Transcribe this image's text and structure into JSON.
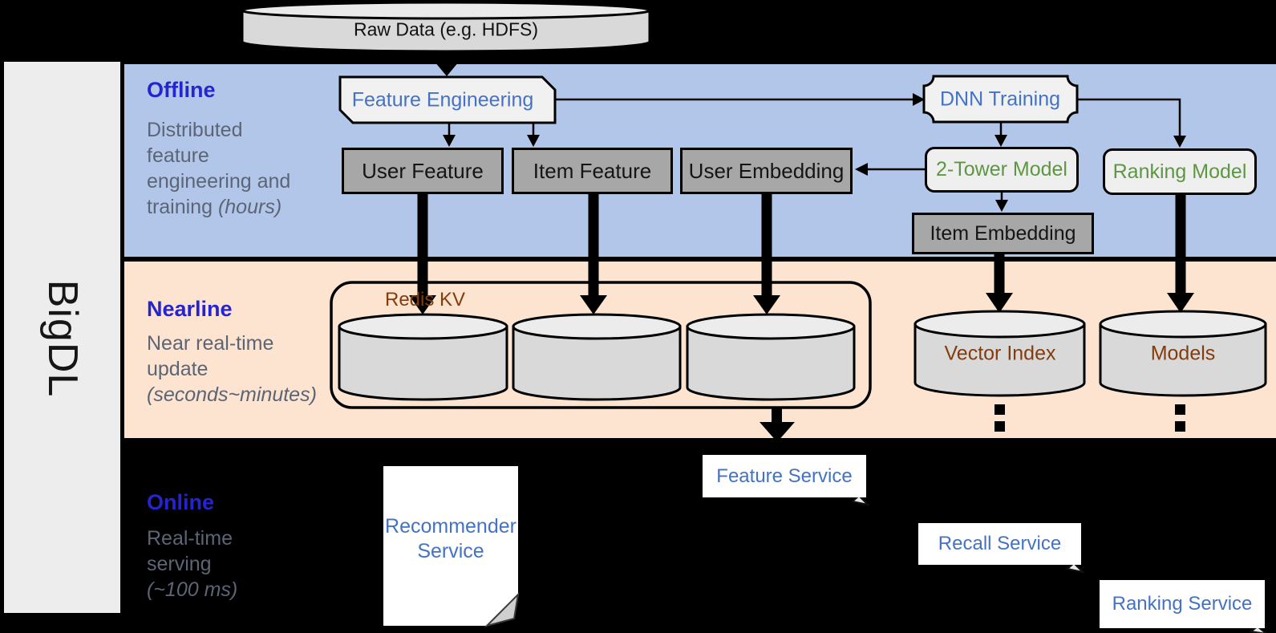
{
  "brand": {
    "name": "BigDL"
  },
  "sections": {
    "offline": {
      "title": "Offline",
      "subtitle": "Distributed feature engineering and training",
      "subtitle_italic": "(hours)"
    },
    "nearline": {
      "title": "Nearline",
      "subtitle": "Near real-time update",
      "subtitle_italic": "(seconds~minutes)"
    },
    "online": {
      "title": "Online",
      "subtitle": "Real-time serving",
      "subtitle_italic": "(~100 ms)"
    }
  },
  "nodes": {
    "raw_data": "Raw Data (e.g. HDFS)",
    "feature_engineering": "Feature Engineering",
    "dnn_training": "DNN Training",
    "user_feature": "User Feature",
    "item_feature": "Item Feature",
    "user_embedding": "User Embedding",
    "two_tower_model": "2-Tower Model",
    "ranking_model": "Ranking Model",
    "item_embedding": "Item Embedding",
    "redis_kv": "Redis KV",
    "vector_index": "Vector Index",
    "models": "Models",
    "feature_service": "Feature Service",
    "recall_service": "Recall Service",
    "ranking_service": "Ranking Service",
    "recommender_service": "Recommender Service"
  },
  "colors": {
    "background": "#000000",
    "offline_band": "#b2c6e9",
    "nearline_band": "#fce4d0",
    "brand_bar": "#ededed",
    "section_title_blue": "#2424d2",
    "section_subtitle_gray": "#5b6575",
    "node_text_blue": "#4472c4",
    "node_text_green": "#5e9742",
    "node_text_brown": "#843c0c",
    "dark_box_fill": "#a7a7a7",
    "light_box_fill": "#f1f1f1",
    "cylinder_body": "#d9d9d9",
    "cylinder_top": "#ececec",
    "service_box_fill": "#ffffff"
  }
}
